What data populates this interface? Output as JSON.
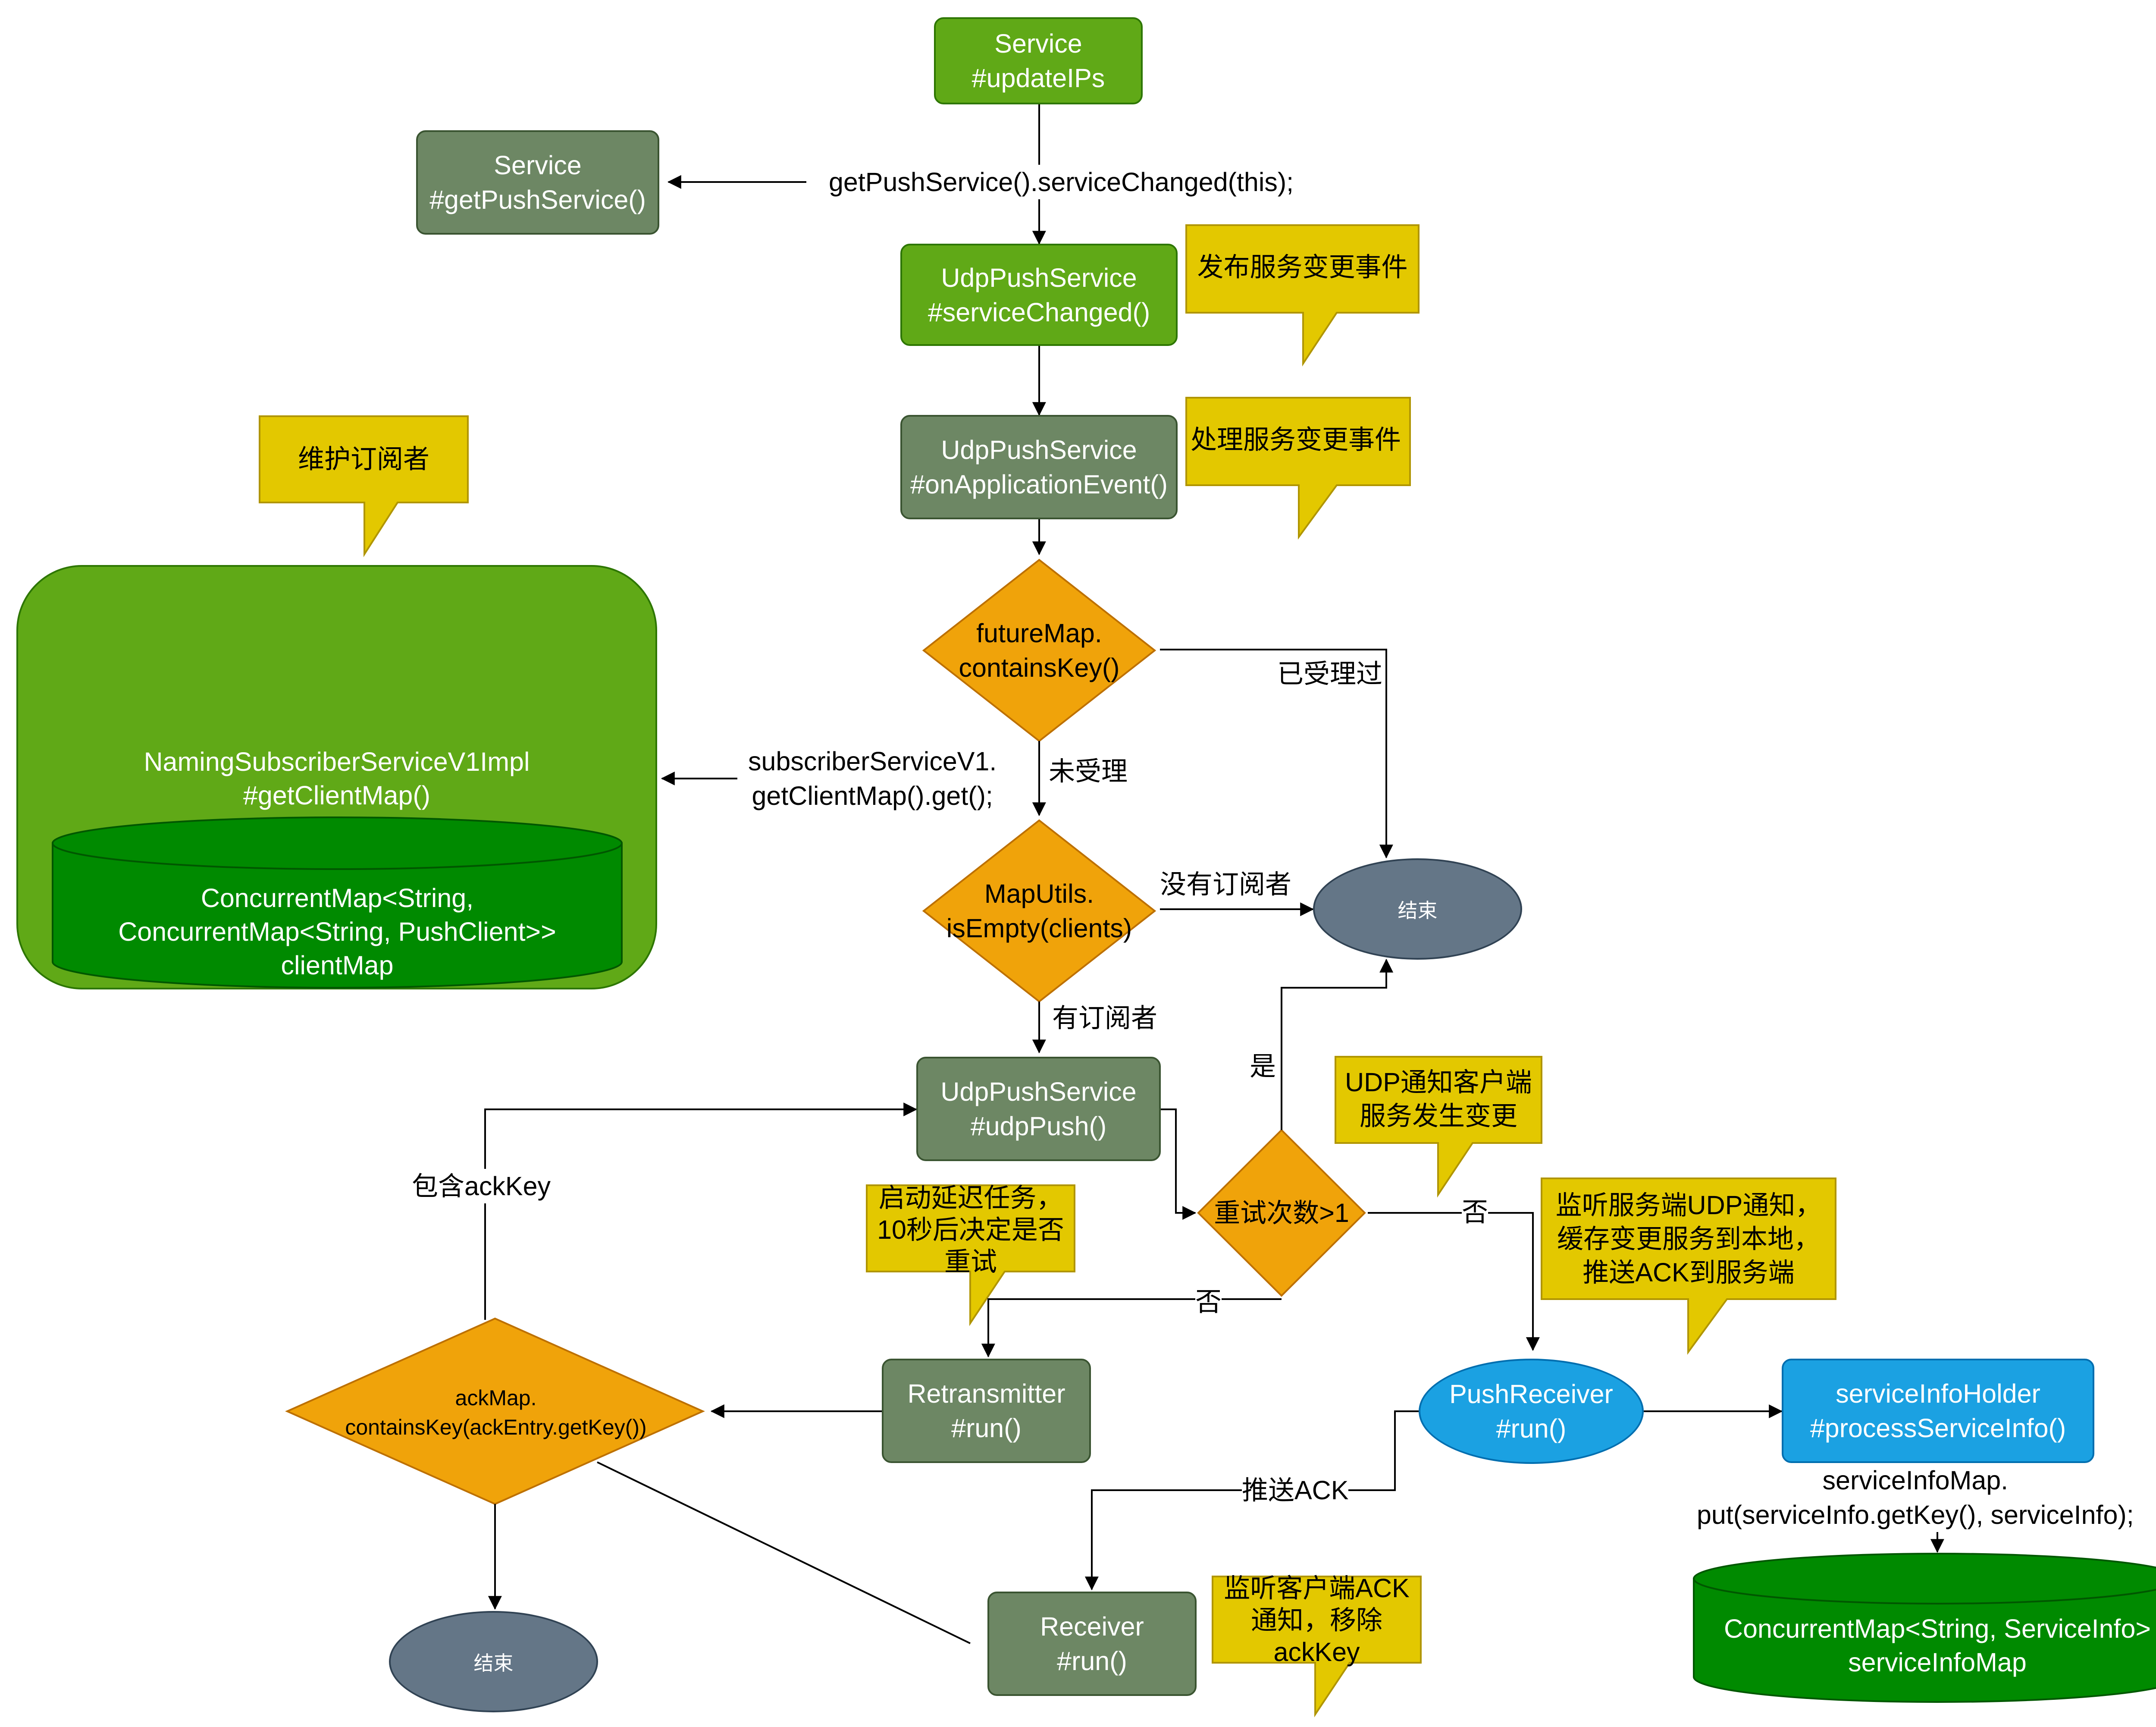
{
  "nodes": {
    "service_update_ips": [
      "Service",
      "#updateIPs"
    ],
    "service_get_push_service": [
      "Service",
      "#getPushService()"
    ],
    "udp_service_changed": [
      "UdpPushService",
      "#serviceChanged()"
    ],
    "udp_on_application_event": [
      "UdpPushService",
      "#onApplicationEvent()"
    ],
    "future_map_contains_key": [
      "futureMap.",
      "containsKey()"
    ],
    "map_utils_is_empty": [
      "MapUtils.",
      "isEmpty(clients)"
    ],
    "udp_push": [
      "UdpPushService",
      "#udpPush()"
    ],
    "retry_count_check": "重试次数>1",
    "retransmitter_run": [
      "Retransmitter",
      "#run()"
    ],
    "ack_map_contains_key": [
      "ackMap.",
      "containsKey(ackEntry.getKey())"
    ],
    "receiver_run": [
      "Receiver",
      "#run()"
    ],
    "push_receiver_run": [
      "PushReceiver",
      "#run()"
    ],
    "service_info_holder": [
      "serviceInfoHolder",
      "#processServiceInfo()"
    ],
    "end_top": "结束",
    "end_bottom": "结束",
    "naming_subscriber": [
      "NamingSubscriberServiceV1Impl",
      "#getClientMap()"
    ],
    "client_map_store": [
      "ConcurrentMap<String,",
      "ConcurrentMap<String, PushClient>>",
      "clientMap"
    ],
    "service_info_map_store": [
      "ConcurrentMap<String, ServiceInfo>",
      "serviceInfoMap"
    ]
  },
  "edge_labels": {
    "get_push_service_call": "getPushService().serviceChanged(this);",
    "already_processed": "已受理过",
    "not_processed": "未受理",
    "get_client_map_call": [
      "subscriberServiceV1.",
      "getClientMap().get();"
    ],
    "no_subscribers": "没有订阅者",
    "has_subscribers": "有订阅者",
    "yes": "是",
    "no_right": "否",
    "no_left": "否",
    "contains_ack_key": "包含ackKey",
    "push_ack": "推送ACK",
    "put_service_info": [
      "serviceInfoMap.",
      "put(serviceInfo.getKey(), serviceInfo);"
    ]
  },
  "callouts": {
    "publish_event": [
      "发布服务变更事件"
    ],
    "handle_event": [
      "处理服务变更事件"
    ],
    "maintain_subscribers": [
      "维护订阅者"
    ],
    "udp_notify": [
      "UDP通知客户端",
      "服务发生变更"
    ],
    "delay_task": [
      "启动延迟任务，",
      "10秒后决定是否",
      "重试"
    ],
    "listen_udp": [
      "监听服务端UDP通知，",
      "缓存变更服务到本地，",
      "推送ACK到服务端"
    ],
    "listen_ack": [
      "监听客户端ACK",
      "通知，移除",
      "ackKey"
    ]
  },
  "colors": {
    "bright_green": "#60a917",
    "olive_green": "#6d8764",
    "dark_green_store": "#008a00",
    "orange_diamond": "#f0a30a",
    "blue": "#1ba1e2",
    "slate_end": "#647687",
    "yellow_callout": "#e3c800"
  }
}
